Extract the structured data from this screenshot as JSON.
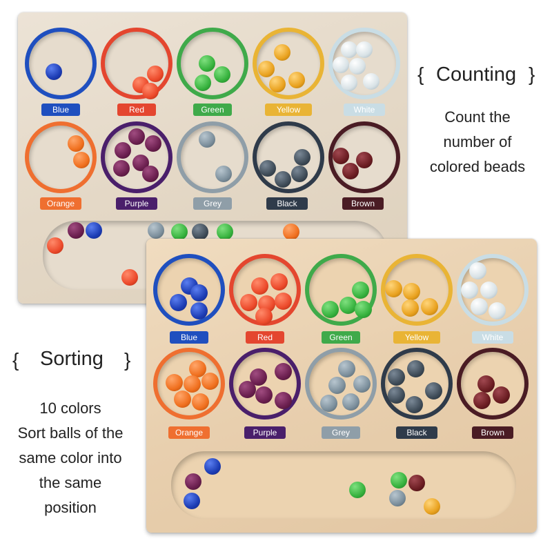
{
  "colors": {
    "Blue": "#1f4fbf",
    "Red": "#e4462f",
    "Green": "#3faa4a",
    "Yellow": "#e9b435",
    "White": "#c9dde5",
    "Orange": "#ef6f30",
    "Purple": "#4a1f6b",
    "Grey": "#8f9ea8",
    "Black": "#2f3b4a",
    "Brown": "#4a1c24"
  },
  "bead_colors": {
    "blue": "#1d3db5",
    "red": "#ec4a2b",
    "green": "#37b23e",
    "yellow": "#e9a21f",
    "white": "#d8e2e6",
    "orange": "#f0701f",
    "purple": "#6b1f4f",
    "grey": "#7c8f9c",
    "black": "#3f4c58",
    "brown": "#6b1d22"
  },
  "board_labels": {
    "blue": "Blue",
    "red": "Red",
    "green": "Green",
    "yellow": "Yellow",
    "white": "White",
    "orange": "Orange",
    "purple": "Purple",
    "grey": "Grey",
    "black": "Black",
    "brown": "Brown"
  },
  "counting": {
    "title": "Counting",
    "brace_open": "{",
    "brace_close": "}",
    "line1": "Count the",
    "line2": "number of",
    "line3": "colored beads"
  },
  "sorting": {
    "title": "Sorting",
    "brace_open": "{",
    "brace_close": "}",
    "line1": "10 colors",
    "line2": "Sort balls of the",
    "line3": "same color into",
    "line4": "the same",
    "line5": "position"
  }
}
